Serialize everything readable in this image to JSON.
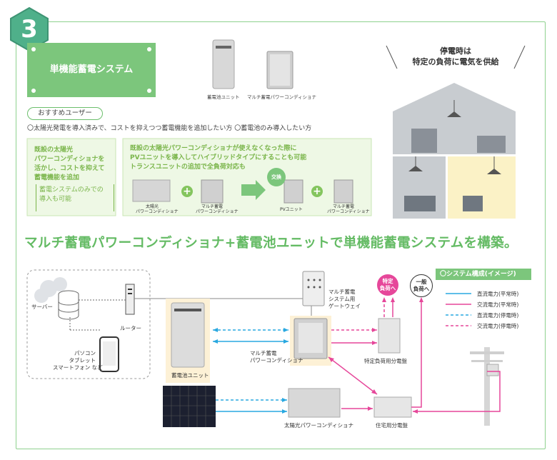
{
  "badge": {
    "number": "3"
  },
  "plate": {
    "title": "単機能蓄電システム"
  },
  "products": {
    "battery_unit": "蓄電池ユニット",
    "multi_pcs": "マルチ蓄電パワーコンディショナ"
  },
  "recommend": {
    "label": "おすすめユーザー",
    "line": "〇太陽光発電を導入済みで、コストを抑えつつ蓄電機能を追加したい方 〇蓄電池のみ導入したい方"
  },
  "left_box": {
    "lines": [
      "既設の太陽光",
      "パワーコンディショナを",
      "活かし、コストを抑えて",
      "蓄電機能を追加"
    ],
    "note_lines": [
      "蓄電システムのみでの",
      "導入も可能"
    ]
  },
  "right_box": {
    "lines": [
      "既設の太陽光パワーコンディショナが使えなくなった際に",
      "PVユニットを導入してハイブリッドタイプにすることも可能",
      "トランスユニットの追加で全負荷対応も"
    ],
    "swap": "交換",
    "item1_lines": [
      "太陽光",
      "パワーコンディショナ"
    ],
    "item2_lines": [
      "マルチ蓄電",
      "パワーコンディショナ"
    ],
    "item3": "PVユニット",
    "item4_lines": [
      "マルチ蓄電",
      "パワーコンディショナ"
    ]
  },
  "outage": {
    "lines": [
      "停電時は",
      "特定の負荷に電気を供給"
    ]
  },
  "headline": "マルチ蓄電パワーコンディショナ+蓄電池ユニットで単機能蓄電システムを構築。",
  "diagram": {
    "server": "サーバー",
    "router": "ルーター",
    "devices_lines": [
      "パソコン",
      "タブレット",
      "スマートフォン など"
    ],
    "gateway_lines": [
      "マルチ蓄電",
      "システム用",
      "ゲートウェイ"
    ],
    "battery_unit": "蓄電池ユニット",
    "multi_pcs_lines": [
      "マルチ蓄電",
      "パワーコンディショナ"
    ],
    "specific_panel": "特定負荷用分電盤",
    "specific_load_lines": [
      "特定",
      "負荷へ"
    ],
    "general_load_lines": [
      "一般",
      "負荷へ"
    ],
    "solar_pcs": "太陽光パワーコンディショナ",
    "home_panel": "住宅用分電盤"
  },
  "legend": {
    "title": "〇システム構成(イメージ)",
    "items": [
      {
        "label": "直流電力(平常時)",
        "color": "#29a8e0",
        "dashed": false
      },
      {
        "label": "交流電力(平常時)",
        "color": "#e6479a",
        "dashed": false
      },
      {
        "label": "直流電力(停電時)",
        "color": "#29a8e0",
        "dashed": true
      },
      {
        "label": "交流電力(停電時)",
        "color": "#e6479a",
        "dashed": true
      }
    ]
  },
  "colors": {
    "green": "#7cc67c",
    "blue": "#29a8e0",
    "pink": "#e6479a",
    "cream": "#fdf1d6"
  }
}
